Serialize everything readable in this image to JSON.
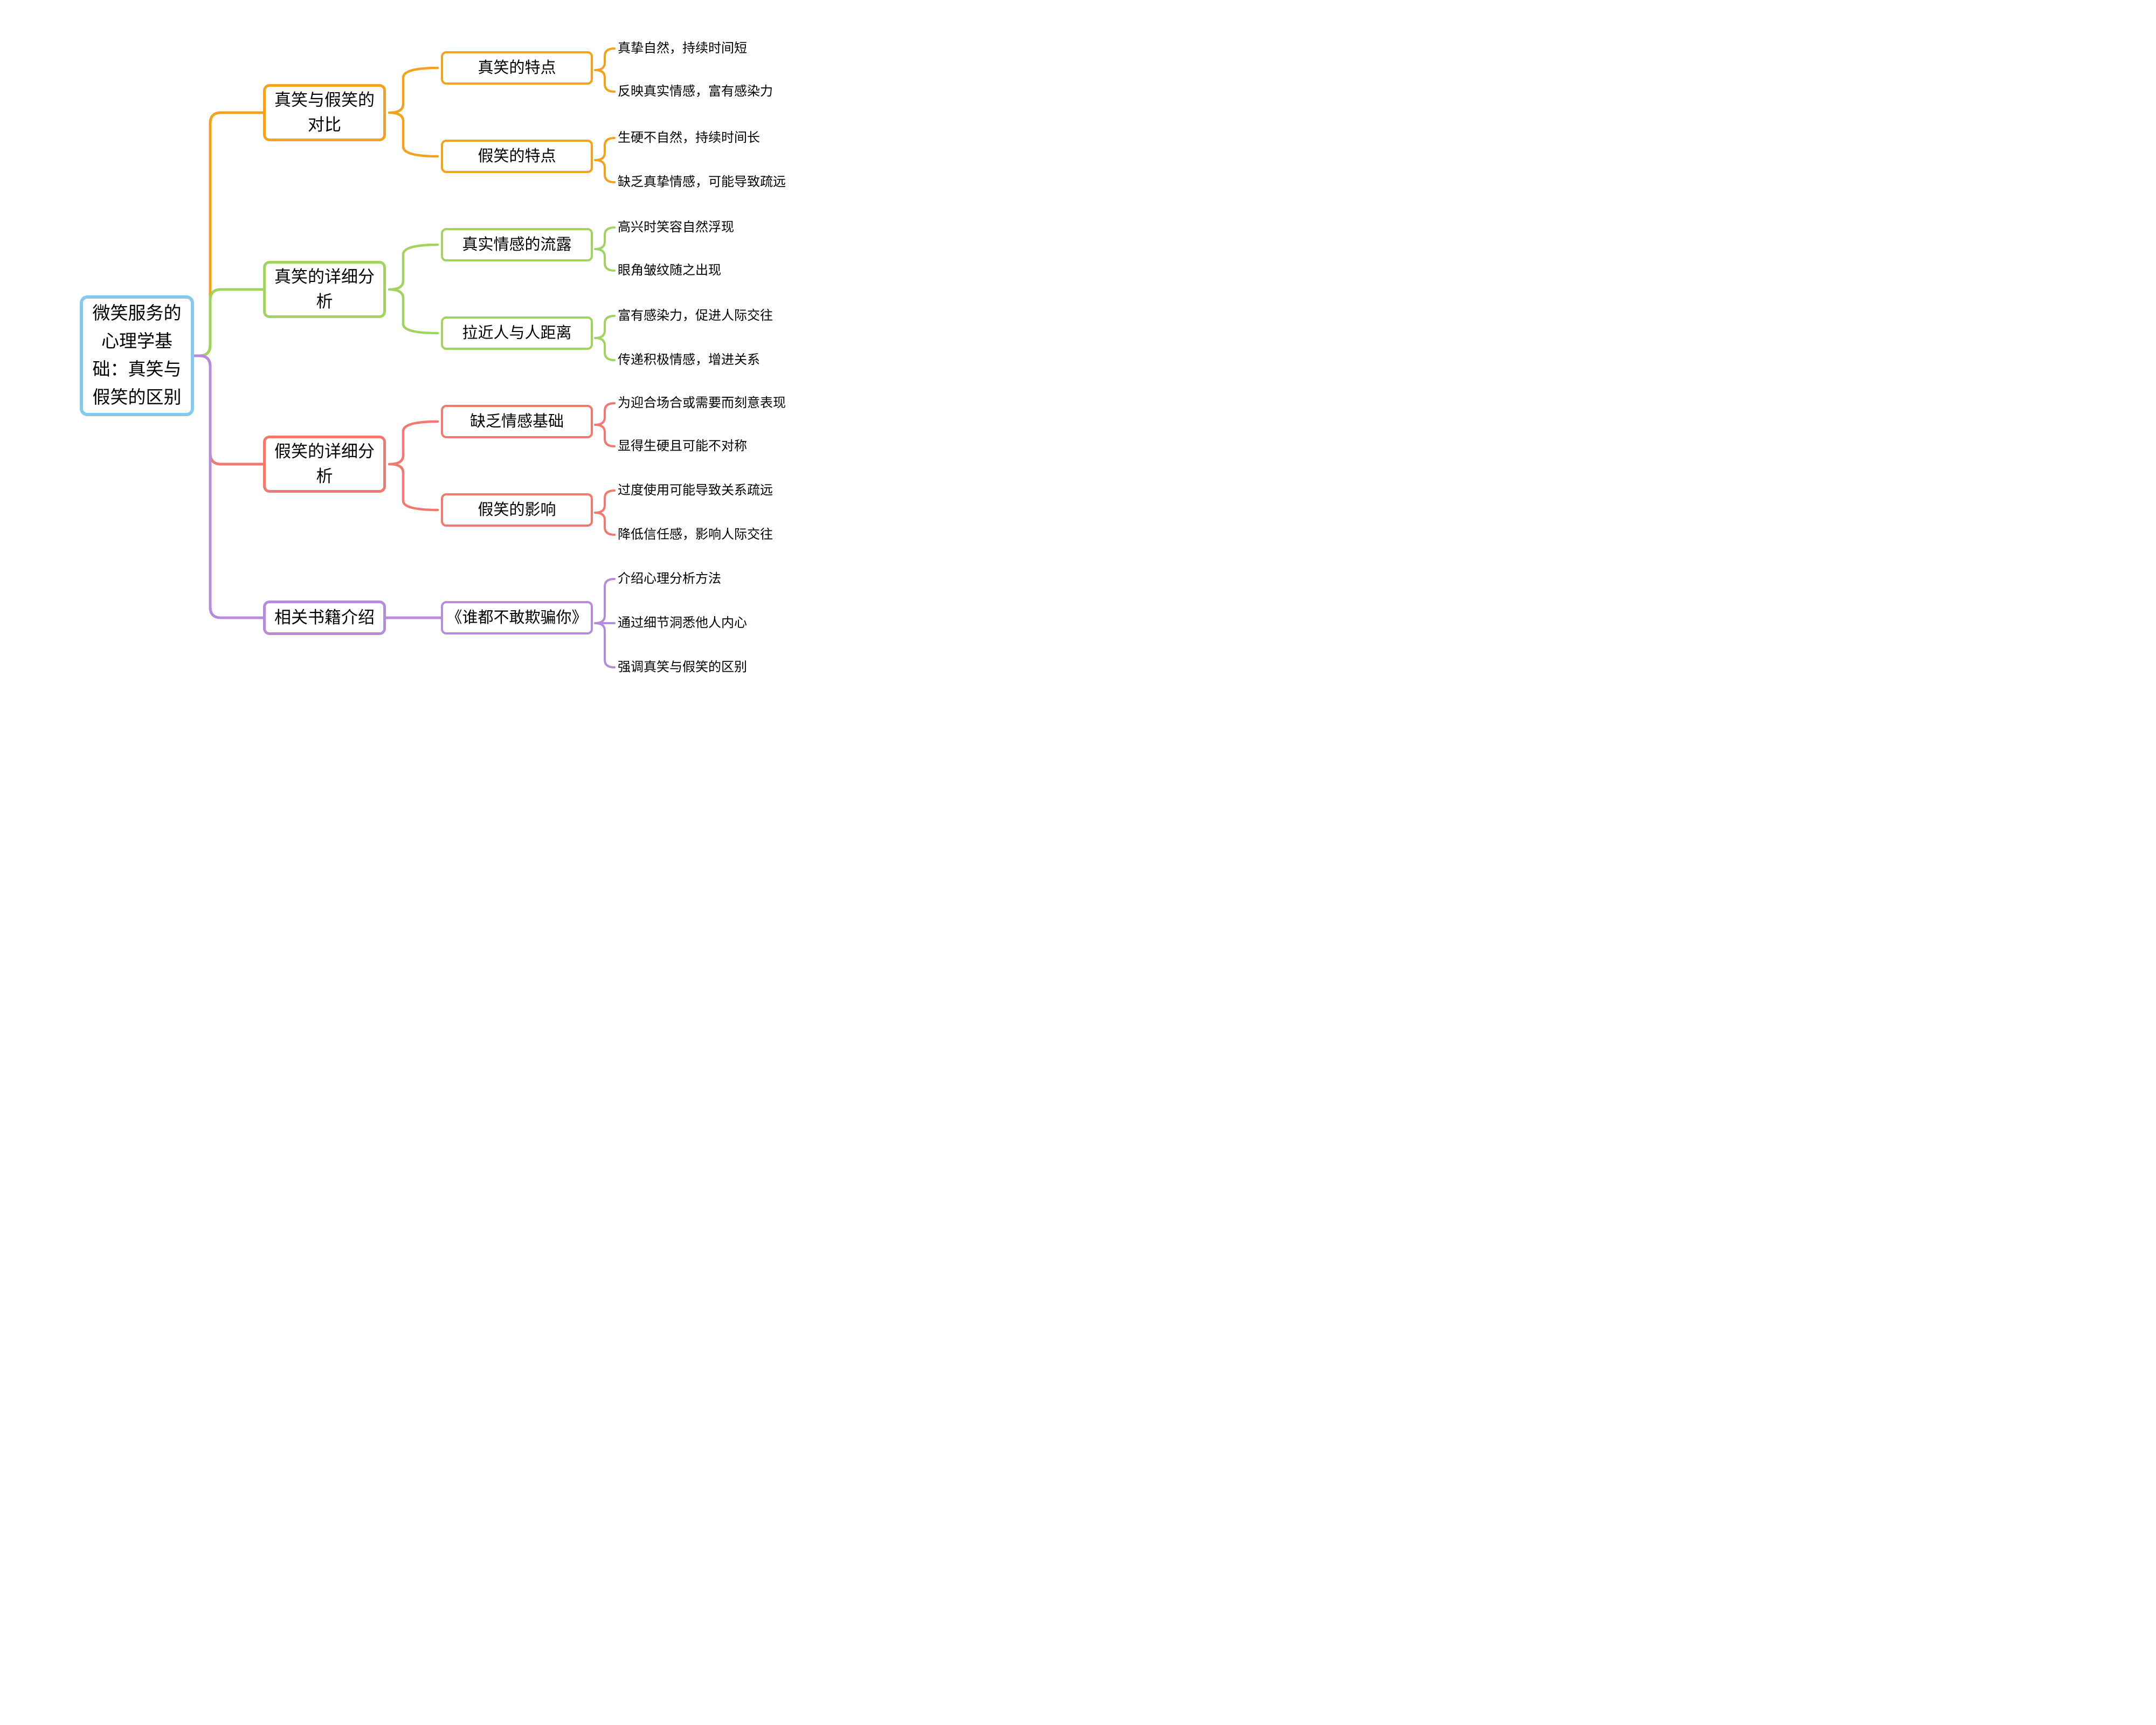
{
  "root": {
    "label": "微笑服务的心理学基础：真笑与假笑的区别",
    "color": "#85CAEC"
  },
  "branches": [
    {
      "label": "真笑与假笑的对比",
      "color": "#F5A11C",
      "children": [
        {
          "label": "真笑的特点",
          "leaves": [
            "真挚自然，持续时间短",
            "反映真实情感，富有感染力"
          ]
        },
        {
          "label": "假笑的特点",
          "leaves": [
            "生硬不自然，持续时间长",
            "缺乏真挚情感，可能导致疏远"
          ]
        }
      ]
    },
    {
      "label": "真笑的详细分析",
      "color": "#A1D35F",
      "children": [
        {
          "label": "真实情感的流露",
          "leaves": [
            "高兴时笑容自然浮现",
            "眼角皱纹随之出现"
          ]
        },
        {
          "label": "拉近人与人距离",
          "leaves": [
            "富有感染力，促进人际交往",
            "传递积极情感，增进关系"
          ]
        }
      ]
    },
    {
      "label": "假笑的详细分析",
      "color": "#F4786E",
      "children": [
        {
          "label": "缺乏情感基础",
          "leaves": [
            "为迎合场合或需要而刻意表现",
            "显得生硬且可能不对称"
          ]
        },
        {
          "label": "假笑的影响",
          "leaves": [
            "过度使用可能导致关系疏远",
            "降低信任感，影响人际交往"
          ]
        }
      ]
    },
    {
      "label": "相关书籍介绍",
      "color": "#B58CDC",
      "children": [
        {
          "label": "《谁都不敢欺骗你》",
          "leaves": [
            "介绍心理分析方法",
            "通过细节洞悉他人内心",
            "强调真笑与假笑的区别"
          ]
        }
      ]
    }
  ]
}
